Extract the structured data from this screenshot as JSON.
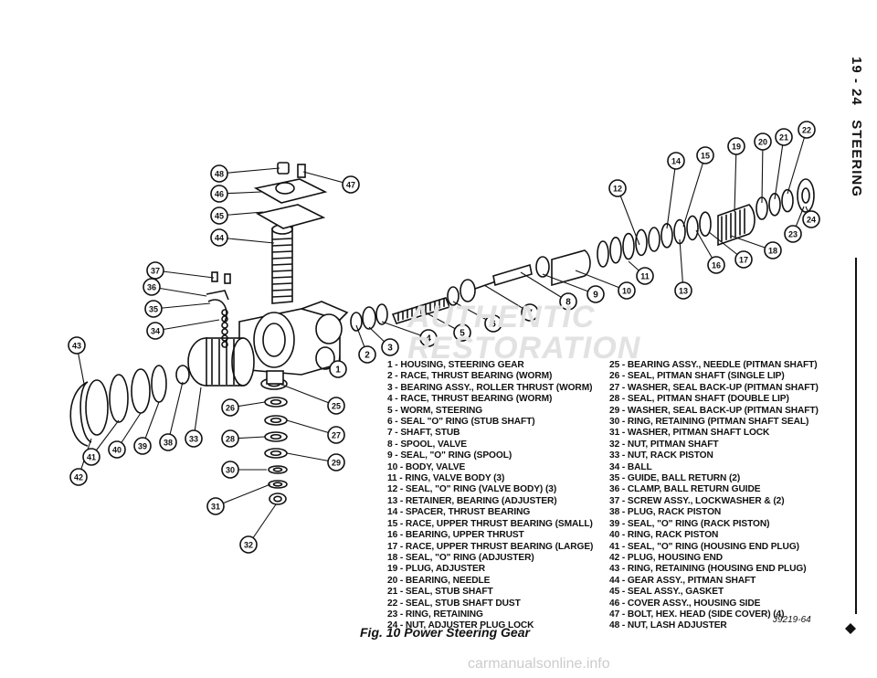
{
  "header": {
    "page_ref": "19 - 24",
    "section": "STEERING"
  },
  "watermark": {
    "line1": "AUTHENTIC",
    "line2": "RESTORATION"
  },
  "callouts": [
    "1",
    "2",
    "3",
    "4",
    "5",
    "6",
    "7",
    "8",
    "9",
    "10",
    "11",
    "12",
    "13",
    "14",
    "15",
    "16",
    "17",
    "18",
    "19",
    "20",
    "21",
    "22",
    "23",
    "24",
    "25",
    "26",
    "27",
    "28",
    "29",
    "30",
    "31",
    "32",
    "33",
    "34",
    "35",
    "36",
    "37",
    "38",
    "39",
    "40",
    "41",
    "42",
    "43",
    "44",
    "45",
    "46",
    "47",
    "48"
  ],
  "legend_left": [
    "1 - HOUSING, STEERING GEAR",
    "2 - RACE, THRUST BEARING (WORM)",
    "3 - BEARING ASSY., ROLLER THRUST (WORM)",
    "4 - RACE, THRUST BEARING (WORM)",
    "5 - WORM, STEERING",
    "6 - SEAL \"O\" RING (STUB SHAFT)",
    "7 - SHAFT, STUB",
    "8 - SPOOL, VALVE",
    "9 - SEAL, \"O\" RING (SPOOL)",
    "10 - BODY, VALVE",
    "11 - RING, VALVE BODY (3)",
    "12 - SEAL, \"O\" RING (VALVE BODY) (3)",
    "13 - RETAINER, BEARING (ADJUSTER)",
    "14 - SPACER, THRUST BEARING",
    "15 - RACE, UPPER THRUST BEARING (SMALL)",
    "16 - BEARING, UPPER THRUST",
    "17 - RACE, UPPER THRUST BEARING (LARGE)",
    "18 - SEAL, \"O\" RING (ADJUSTER)",
    "19 - PLUG, ADJUSTER",
    "20 - BEARING, NEEDLE",
    "21 - SEAL, STUB SHAFT",
    "22 - SEAL, STUB SHAFT DUST",
    "23 - RING, RETAINING",
    "24 - NUT, ADJUSTER PLUG LOCK"
  ],
  "legend_right": [
    "25 - BEARING ASSY., NEEDLE (PITMAN SHAFT)",
    "26 - SEAL, PITMAN SHAFT (SINGLE LIP)",
    "27 - WASHER, SEAL BACK-UP (PITMAN SHAFT)",
    "28 - SEAL, PITMAN SHAFT (DOUBLE LIP)",
    "29 - WASHER, SEAL BACK-UP (PITMAN SHAFT)",
    "30 - RING, RETAINING (PITMAN SHAFT SEAL)",
    "31 - WASHER, PITMAN SHAFT LOCK",
    "32 - NUT, PITMAN SHAFT",
    "33 - NUT, RACK PISTON",
    "34 - BALL",
    "35 - GUIDE, BALL RETURN (2)",
    "36 - CLAMP, BALL RETURN GUIDE",
    "37 - SCREW ASSY., LOCKWASHER & (2)",
    "38 - PLUG, RACK PISTON",
    "39 - SEAL, \"O\" RING (RACK PISTON)",
    "40 - RING, RACK PISTON",
    "41 - SEAL, \"O\" RING (HOUSING END PLUG)",
    "42 - PLUG, HOUSING END",
    "43 - RING, RETAINING (HOUSING END PLUG)",
    "44 - GEAR ASSY., PITMAN SHAFT",
    "45 - SEAL ASSY., GASKET",
    "46 - COVER ASSY., HOUSING SIDE",
    "47 - BOLT, HEX. HEAD (SIDE COVER) (4)",
    "48 - NUT, LASH ADJUSTER"
  ],
  "figure_code": "J9219-64",
  "caption": "Fig. 10 Power Steering Gear",
  "footer": "carmanualsonline.info"
}
